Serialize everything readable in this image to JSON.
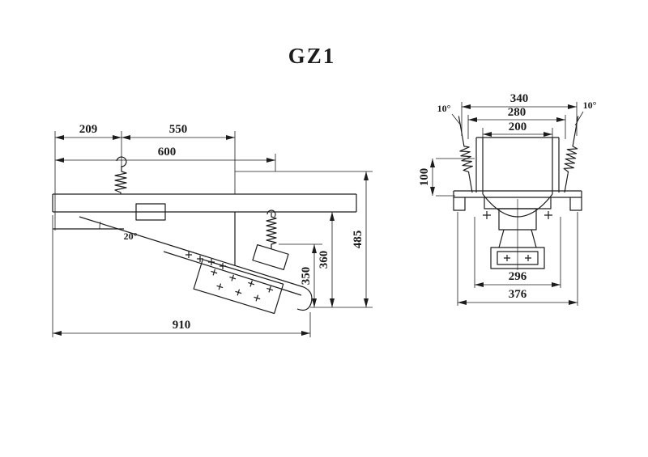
{
  "title": "GZ1",
  "colors": {
    "ink": "#1c1c1c",
    "background": "#ffffff"
  },
  "side_view": {
    "dims": {
      "top_left": "209",
      "top_right": "550",
      "top_total": "600",
      "bottom_total": "910",
      "height_overall": "485",
      "height_mid": "360",
      "height_inner": "350",
      "incline_angle": "20°"
    }
  },
  "front_view": {
    "dims": {
      "width_outer": "340",
      "width_mid": "280",
      "width_inner": "200",
      "height_upper": "100",
      "base_inner": "296",
      "base_outer": "376",
      "tilt_left": "10°",
      "tilt_right": "10°"
    }
  }
}
